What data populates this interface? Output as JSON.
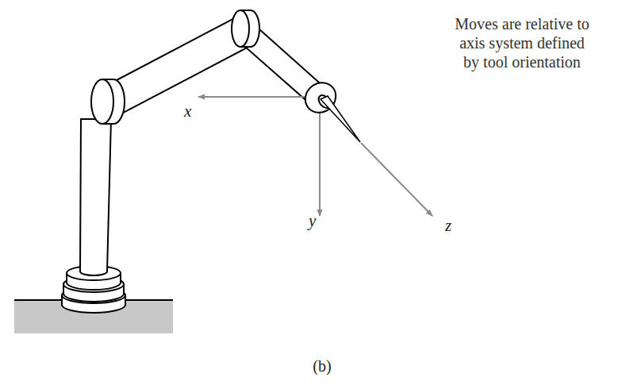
{
  "diagram": {
    "caption": "(b)",
    "labels": [
      "x",
      "y",
      "z",
      "Moves are relative to axis system defined by tool orientation"
    ]
  }
}
